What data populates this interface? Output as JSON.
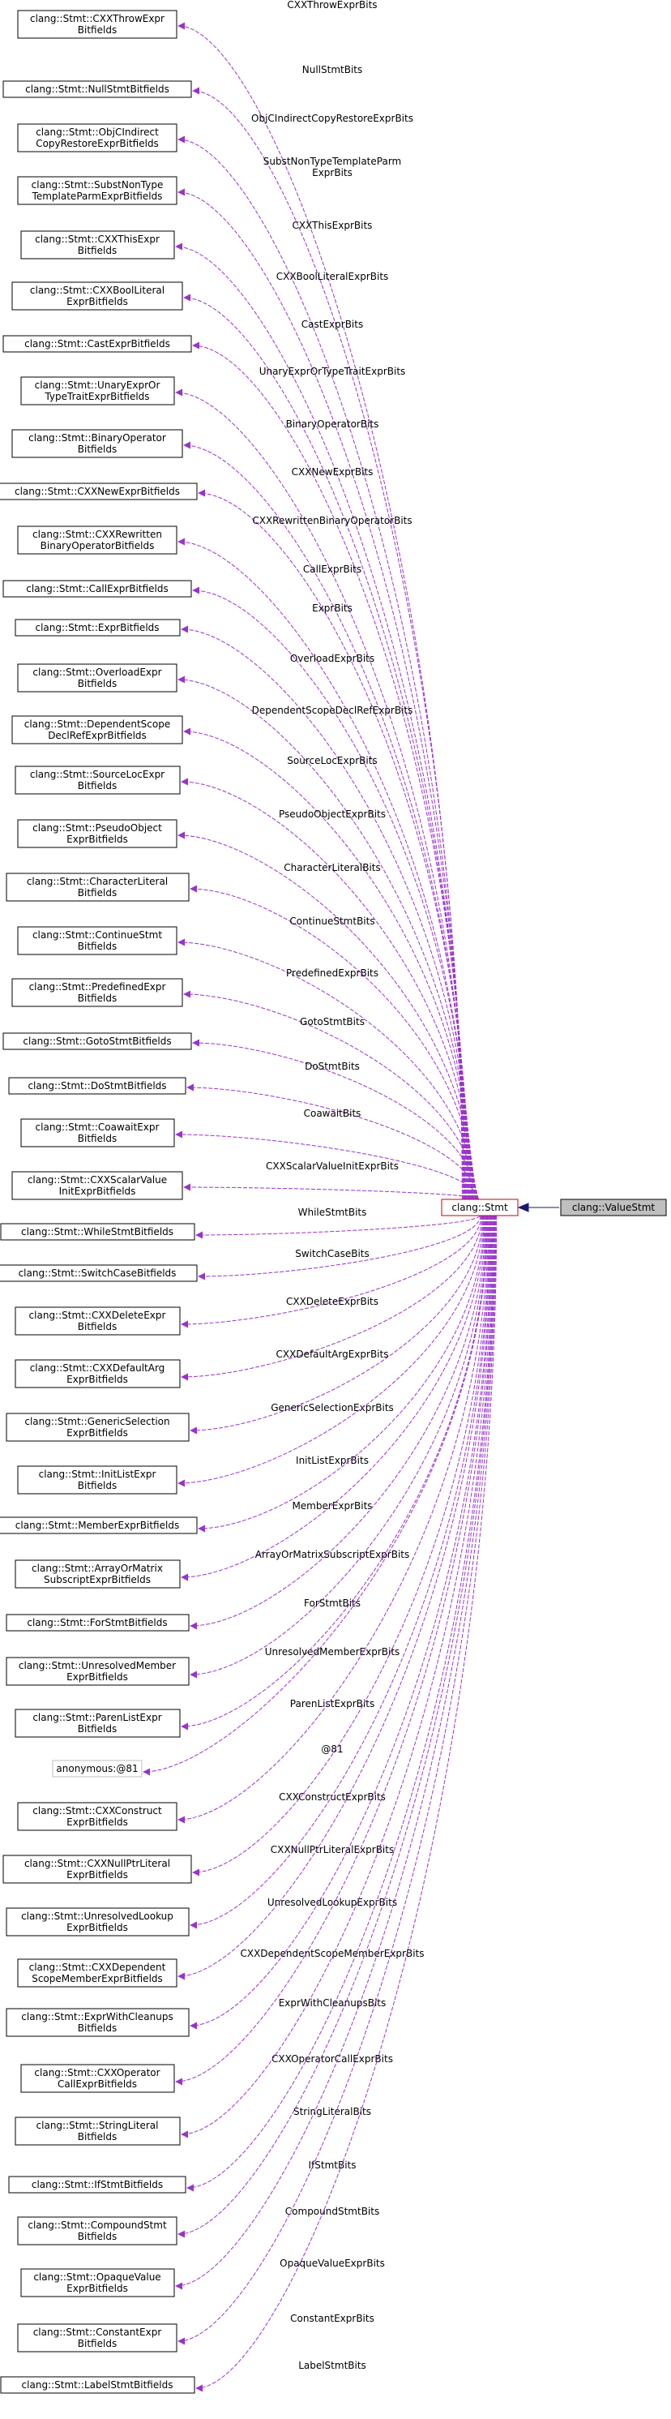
{
  "diagram": {
    "root": {
      "name": "clang::ValueStmt"
    },
    "center": {
      "name": "clang::Stmt"
    },
    "members": [
      {
        "lines": [
          "clang::Stmt::CXXThrowExpr",
          "Bitfields"
        ],
        "label": [
          "CXXThrowExprBits"
        ]
      },
      {
        "lines": [
          "clang::Stmt::NullStmtBitfields"
        ],
        "label": [
          "NullStmtBits"
        ]
      },
      {
        "lines": [
          "clang::Stmt::ObjCIndirect",
          "CopyRestoreExprBitfields"
        ],
        "label": [
          "ObjCIndirectCopyRestoreExprBits"
        ]
      },
      {
        "lines": [
          "clang::Stmt::SubstNonType",
          "TemplateParmExprBitfields"
        ],
        "label": [
          "SubstNonTypeTemplateParm",
          "ExprBits"
        ]
      },
      {
        "lines": [
          "clang::Stmt::CXXThisExpr",
          "Bitfields"
        ],
        "label": [
          "CXXThisExprBits"
        ]
      },
      {
        "lines": [
          "clang::Stmt::CXXBoolLiteral",
          "ExprBitfields"
        ],
        "label": [
          "CXXBoolLiteralExprBits"
        ]
      },
      {
        "lines": [
          "clang::Stmt::CastExprBitfields"
        ],
        "label": [
          "CastExprBits"
        ]
      },
      {
        "lines": [
          "clang::Stmt::UnaryExprOr",
          "TypeTraitExprBitfields"
        ],
        "label": [
          "UnaryExprOrTypeTraitExprBits"
        ]
      },
      {
        "lines": [
          "clang::Stmt::BinaryOperator",
          "Bitfields"
        ],
        "label": [
          "BinaryOperatorBits"
        ]
      },
      {
        "lines": [
          "clang::Stmt::CXXNewExprBitfields"
        ],
        "label": [
          "CXXNewExprBits"
        ]
      },
      {
        "lines": [
          "clang::Stmt::CXXRewritten",
          "BinaryOperatorBitfields"
        ],
        "label": [
          "CXXRewrittenBinaryOperatorBits"
        ]
      },
      {
        "lines": [
          "clang::Stmt::CallExprBitfields"
        ],
        "label": [
          "CallExprBits"
        ]
      },
      {
        "lines": [
          "clang::Stmt::ExprBitfields"
        ],
        "label": [
          "ExprBits"
        ]
      },
      {
        "lines": [
          "clang::Stmt::OverloadExpr",
          "Bitfields"
        ],
        "label": [
          "OverloadExprBits"
        ]
      },
      {
        "lines": [
          "clang::Stmt::DependentScope",
          "DeclRefExprBitfields"
        ],
        "label": [
          "DependentScopeDeclRefExprBits"
        ]
      },
      {
        "lines": [
          "clang::Stmt::SourceLocExpr",
          "Bitfields"
        ],
        "label": [
          "SourceLocExprBits"
        ]
      },
      {
        "lines": [
          "clang::Stmt::PseudoObject",
          "ExprBitfields"
        ],
        "label": [
          "PseudoObjectExprBits"
        ]
      },
      {
        "lines": [
          "clang::Stmt::CharacterLiteral",
          "Bitfields"
        ],
        "label": [
          "CharacterLiteralBits"
        ]
      },
      {
        "lines": [
          "clang::Stmt::ContinueStmt",
          "Bitfields"
        ],
        "label": [
          "ContinueStmtBits"
        ]
      },
      {
        "lines": [
          "clang::Stmt::PredefinedExpr",
          "Bitfields"
        ],
        "label": [
          "PredefinedExprBits"
        ]
      },
      {
        "lines": [
          "clang::Stmt::GotoStmtBitfields"
        ],
        "label": [
          "GotoStmtBits"
        ]
      },
      {
        "lines": [
          "clang::Stmt::DoStmtBitfields"
        ],
        "label": [
          "DoStmtBits"
        ]
      },
      {
        "lines": [
          "clang::Stmt::CoawaitExpr",
          "Bitfields"
        ],
        "label": [
          "CoawaitBits"
        ]
      },
      {
        "lines": [
          "clang::Stmt::CXXScalarValue",
          "InitExprBitfields"
        ],
        "label": [
          "CXXScalarValueInitExprBits"
        ]
      },
      {
        "lines": [
          "clang::Stmt::WhileStmtBitfields"
        ],
        "label": [
          "WhileStmtBits"
        ]
      },
      {
        "lines": [
          "clang::Stmt::SwitchCaseBitfields"
        ],
        "label": [
          "SwitchCaseBits"
        ]
      },
      {
        "lines": [
          "clang::Stmt::CXXDeleteExpr",
          "Bitfields"
        ],
        "label": [
          "CXXDeleteExprBits"
        ]
      },
      {
        "lines": [
          "clang::Stmt::CXXDefaultArg",
          "ExprBitfields"
        ],
        "label": [
          "CXXDefaultArgExprBits"
        ]
      },
      {
        "lines": [
          "clang::Stmt::GenericSelection",
          "ExprBitfields"
        ],
        "label": [
          "GenericSelectionExprBits"
        ]
      },
      {
        "lines": [
          "clang::Stmt::InitListExpr",
          "Bitfields"
        ],
        "label": [
          "InitListExprBits"
        ]
      },
      {
        "lines": [
          "clang::Stmt::MemberExprBitfields"
        ],
        "label": [
          "MemberExprBits"
        ]
      },
      {
        "lines": [
          "clang::Stmt::ArrayOrMatrix",
          "SubscriptExprBitfields"
        ],
        "label": [
          "ArrayOrMatrixSubscriptExprBits"
        ]
      },
      {
        "lines": [
          "clang::Stmt::ForStmtBitfields"
        ],
        "label": [
          "ForStmtBits"
        ]
      },
      {
        "lines": [
          "clang::Stmt::UnresolvedMember",
          "ExprBitfields"
        ],
        "label": [
          "UnresolvedMemberExprBits"
        ]
      },
      {
        "lines": [
          "clang::Stmt::ParenListExpr",
          "Bitfields"
        ],
        "label": [
          "ParenListExprBits"
        ]
      },
      {
        "lines": [
          "anonymous:@81"
        ],
        "label": [
          "@81"
        ],
        "anon": true
      },
      {
        "lines": [
          "clang::Stmt::CXXConstruct",
          "ExprBitfields"
        ],
        "label": [
          "CXXConstructExprBits"
        ]
      },
      {
        "lines": [
          "clang::Stmt::CXXNullPtrLiteral",
          "ExprBitfields"
        ],
        "label": [
          "CXXNullPtrLiteralExprBits"
        ]
      },
      {
        "lines": [
          "clang::Stmt::UnresolvedLookup",
          "ExprBitfields"
        ],
        "label": [
          "UnresolvedLookupExprBits"
        ]
      },
      {
        "lines": [
          "clang::Stmt::CXXDependent",
          "ScopeMemberExprBitfields"
        ],
        "label": [
          "CXXDependentScopeMemberExprBits"
        ]
      },
      {
        "lines": [
          "clang::Stmt::ExprWithCleanups",
          "Bitfields"
        ],
        "label": [
          "ExprWithCleanupsBits"
        ]
      },
      {
        "lines": [
          "clang::Stmt::CXXOperator",
          "CallExprBitfields"
        ],
        "label": [
          "CXXOperatorCallExprBits"
        ]
      },
      {
        "lines": [
          "clang::Stmt::StringLiteral",
          "Bitfields"
        ],
        "label": [
          "StringLiteralBits"
        ]
      },
      {
        "lines": [
          "clang::Stmt::IfStmtBitfields"
        ],
        "label": [
          "IfStmtBits"
        ]
      },
      {
        "lines": [
          "clang::Stmt::CompoundStmt",
          "Bitfields"
        ],
        "label": [
          "CompoundStmtBits"
        ]
      },
      {
        "lines": [
          "clang::Stmt::OpaqueValue",
          "ExprBitfields"
        ],
        "label": [
          "OpaqueValueExprBits"
        ]
      },
      {
        "lines": [
          "clang::Stmt::ConstantExpr",
          "Bitfields"
        ],
        "label": [
          "ConstantExprBits"
        ]
      },
      {
        "lines": [
          "clang::Stmt::LabelStmtBitfields"
        ],
        "label": [
          "LabelStmtBits"
        ]
      }
    ],
    "colors": {
      "member_edge": "#9a32cd",
      "inheritance_edge": "#191970",
      "center_border": "#cc0000",
      "root_fill": "#bfbfbf",
      "anonymous_border": "#bfbfbf"
    }
  }
}
